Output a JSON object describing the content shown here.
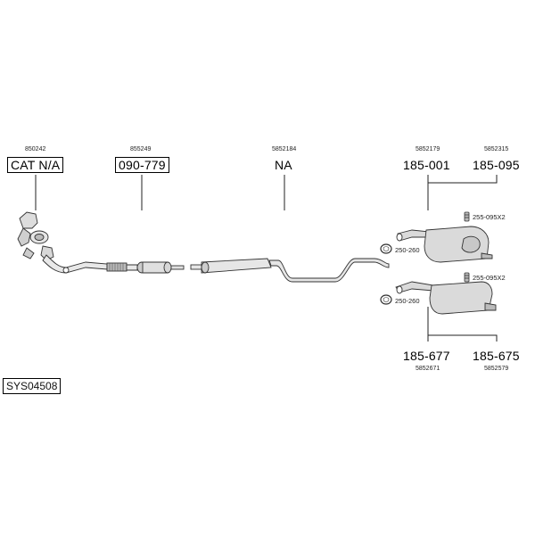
{
  "parts": [
    {
      "code": "850242",
      "label": "CAT N/A",
      "boxed": true
    },
    {
      "code": "855249",
      "label": "090-779",
      "boxed": true
    },
    {
      "code": "5852184",
      "label": "NA",
      "boxed": false
    },
    {
      "code": "5852179",
      "label": "185-001",
      "boxed": false
    },
    {
      "code": "5852315",
      "label": "185-095",
      "boxed": false
    },
    {
      "code": "5852671",
      "label": "185-677",
      "boxed": false
    },
    {
      "code": "5852579",
      "label": "185-675",
      "boxed": false
    }
  ],
  "accessories": {
    "clamp_upper": "255-095X2",
    "ring_upper": "250-260",
    "clamp_lower": "255-095X2",
    "ring_lower": "250-260"
  },
  "system_id": "SYS04508"
}
